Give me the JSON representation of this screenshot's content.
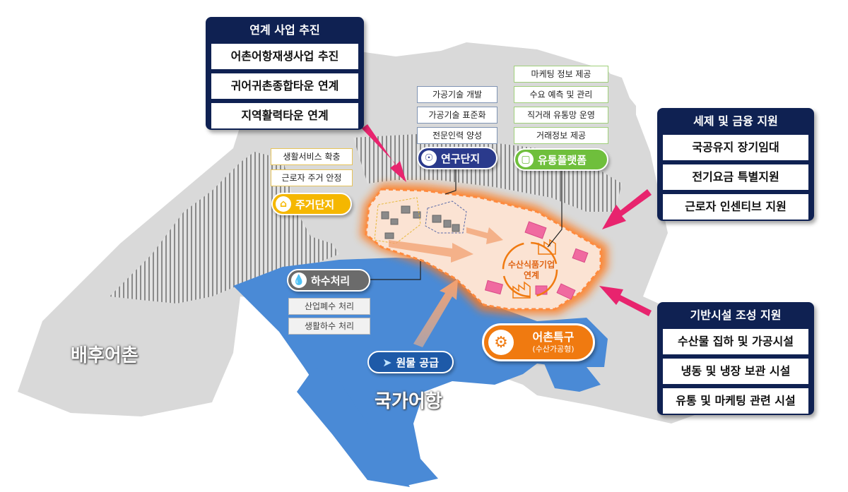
{
  "regions": {
    "village": "배후어촌",
    "port": "국가어항"
  },
  "linked_projects": {
    "title": "연계 사업 추진",
    "items": [
      "어촌어항재생사업 추진",
      "귀어귀촌종합타운 연계",
      "지역활력타운 연계"
    ]
  },
  "tax_finance": {
    "title": "세제 및 금융 지원",
    "items": [
      "국공유지 장기임대",
      "전기요금 특별지원",
      "근로자 인센티브 지원"
    ]
  },
  "infrastructure": {
    "title": "기반시설 조성 지원",
    "items": [
      "수산물 집하 및 가공시설",
      "냉동 및 냉장 보관 시설",
      "유통 및 마케팅 관련 시설"
    ]
  },
  "residential": {
    "label": "주거단지",
    "icon": "house-icon",
    "items": [
      "생활서비스 확충",
      "근로자 주거 안정"
    ]
  },
  "research": {
    "label": "연구단지",
    "icon": "lightbulb-icon",
    "items": [
      "가공기술 개발",
      "가공기술 표준화",
      "전문인력 양성"
    ]
  },
  "distribution": {
    "label": "유통플랫폼",
    "icon": "box-icon",
    "items": [
      "마케팅 정보 제공",
      "수요 예측 및 관리",
      "직거래 유통망 운영",
      "거래정보 제공"
    ]
  },
  "sewage": {
    "label": "하수처리",
    "icon": "water-drop-icon",
    "items": [
      "산업폐수 처리",
      "생활하수 처리"
    ]
  },
  "raw_supply": {
    "label": "원물 공급",
    "icon": "fish-icon"
  },
  "special_zone": {
    "title": "어촌특구",
    "subtitle": "(수산가공형)",
    "icon": "gear-cycle-icon"
  },
  "center": {
    "line1": "수산식품기업",
    "line2": "연계"
  },
  "colors": {
    "navy": "#0f2152",
    "land": "#d9d9d9",
    "water": "#4a8ad6",
    "zone_fill": "#fbe3d3",
    "zone_glow": "#ff7a1e",
    "arrow_pink": "#e8246e",
    "yellow": "#f5b700",
    "green": "#6fbf3c",
    "gray_pill": "#6b6b6b",
    "special_orange": "#f07a10"
  }
}
